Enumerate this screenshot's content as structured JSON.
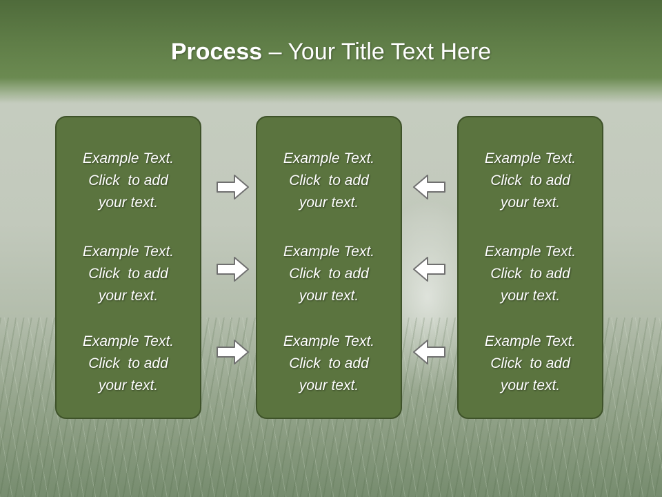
{
  "slide": {
    "title_bold": "Process",
    "title_rest": " – Your Title Text Here"
  },
  "panels": [
    {
      "items": [
        {
          "line1": "Example Text.",
          "line2": "Click  to add",
          "line3": "your text."
        },
        {
          "line1": "Example Text.",
          "line2": "Click  to add",
          "line3": "your text."
        },
        {
          "line1": "Example Text.",
          "line2": "Click  to add",
          "line3": "your text."
        }
      ]
    },
    {
      "items": [
        {
          "line1": "Example Text.",
          "line2": "Click  to add",
          "line3": "your text."
        },
        {
          "line1": "Example Text.",
          "line2": "Click  to add",
          "line3": "your text."
        },
        {
          "line1": "Example Text.",
          "line2": "Click  to add",
          "line3": "your text."
        }
      ]
    },
    {
      "items": [
        {
          "line1": "Example Text.",
          "line2": "Click  to add",
          "line3": "your text."
        },
        {
          "line1": "Example Text.",
          "line2": "Click  to add",
          "line3": "your text."
        },
        {
          "line1": "Example Text.",
          "line2": "Click  to add",
          "line3": "your text."
        }
      ]
    }
  ],
  "arrows": {
    "left_column": [
      "arrow-right-icon",
      "arrow-right-icon",
      "arrow-right-icon"
    ],
    "right_column": [
      "arrow-left-icon",
      "arrow-left-icon",
      "arrow-left-icon"
    ]
  },
  "colors": {
    "header_green": "#5f7d47",
    "panel_green": "#5b743f",
    "panel_border": "#3e5229",
    "text": "#ffffff",
    "arrow_fill": "#ffffff",
    "arrow_stroke": "#707070"
  }
}
